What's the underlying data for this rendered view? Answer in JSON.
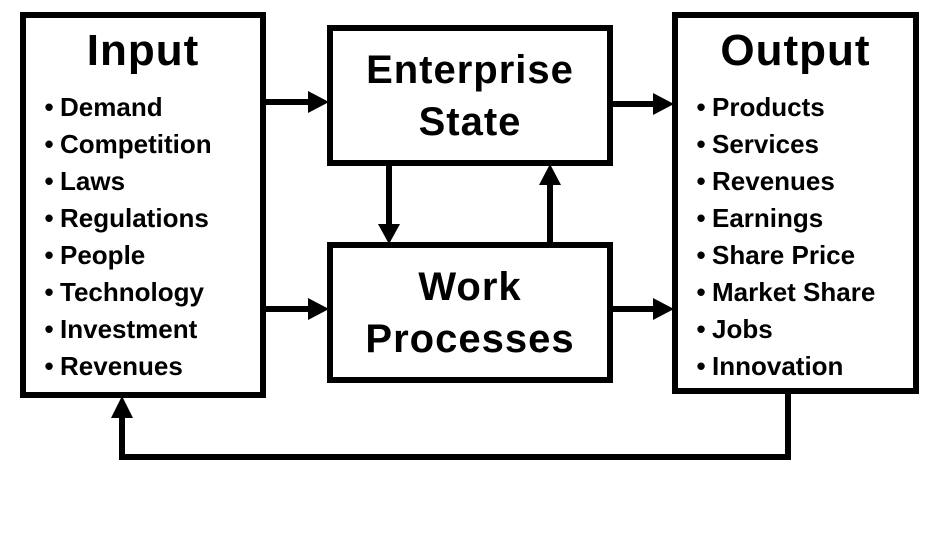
{
  "diagram": {
    "bullet": "•",
    "colors": {
      "foreground": "#000000",
      "background": "#ffffff",
      "box_fill": "#ffffff"
    },
    "input_box": {
      "title": "Input",
      "items": [
        "Demand",
        "Competition",
        "Laws",
        "Regulations",
        "People",
        "Technology",
        "Investment",
        "Revenues"
      ]
    },
    "enterprise_box": {
      "title_lines": [
        "Enterprise",
        "State"
      ]
    },
    "work_box": {
      "title_lines": [
        "Work",
        "Processes"
      ]
    },
    "output_box": {
      "title": "Output",
      "items": [
        "Products",
        "Services",
        "Revenues",
        "Earnings",
        "Share Price",
        "Market Share",
        "Jobs",
        "Innovation"
      ]
    },
    "connections": [
      {
        "from": "Input",
        "to": "Enterprise State"
      },
      {
        "from": "Input",
        "to": "Work Processes"
      },
      {
        "from": "Enterprise State",
        "to": "Output"
      },
      {
        "from": "Work Processes",
        "to": "Output"
      },
      {
        "from": "Enterprise State",
        "to": "Work Processes"
      },
      {
        "from": "Work Processes",
        "to": "Enterprise State"
      },
      {
        "from": "Output",
        "to": "Input"
      }
    ]
  }
}
